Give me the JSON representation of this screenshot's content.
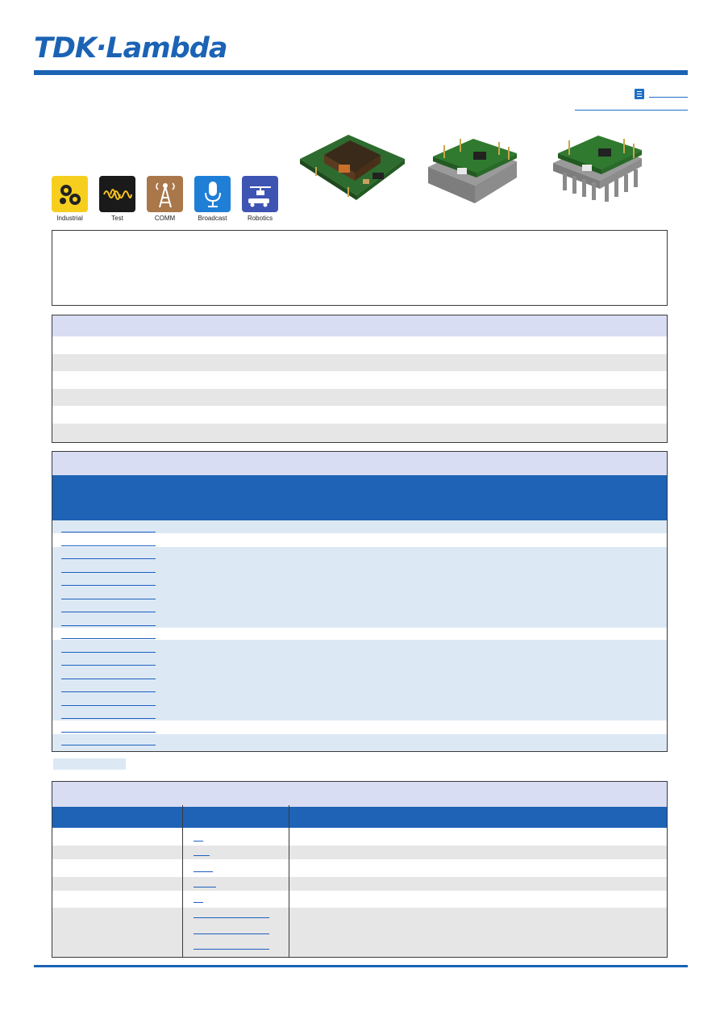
{
  "brand": {
    "logo_text": "TDK·Lambda",
    "accent_color": "#1b63b5"
  },
  "header": {
    "doc_icon": "document-icon"
  },
  "applications": [
    {
      "label": "Industrial",
      "icon": "gears-icon",
      "color": "#f6cf1e"
    },
    {
      "label": "Test",
      "icon": "waveform-icon",
      "color": "#1a1a1a"
    },
    {
      "label": "COMM",
      "icon": "antenna-tower-icon",
      "color": "#a9774a"
    },
    {
      "label": "Broadcast",
      "icon": "microphone-icon",
      "color": "#1f7fd6"
    },
    {
      "label": "Robotics",
      "icon": "drone-icon",
      "color": "#3d54b3"
    }
  ],
  "product_images": [
    {
      "name": "module-open-frame"
    },
    {
      "name": "module-baseplate"
    },
    {
      "name": "module-heatsink"
    }
  ],
  "colors": {
    "lavender_header": "#d9ddf3",
    "blue_band": "#1e63b6",
    "row_grey": "#e6e6e6",
    "row_blue": "#dce9f5"
  }
}
